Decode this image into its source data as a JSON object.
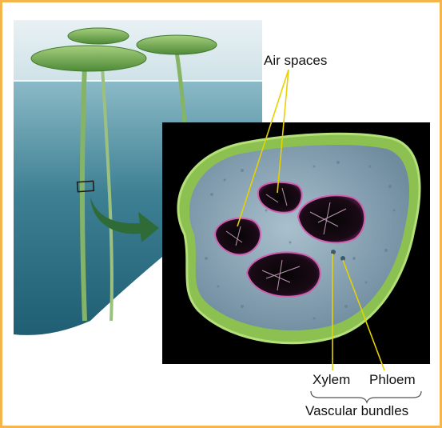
{
  "labels": {
    "air_spaces": "Air spaces",
    "xylem": "Xylem",
    "phloem": "Phloem",
    "vascular_bundles": "Vascular bundles"
  },
  "colors": {
    "frame_border": "#f6b54a",
    "water_surface": "#6fa5b5",
    "water_deep": "#1f5e73",
    "leaf": "#6aa84f",
    "stem": "#7aa85a",
    "arrow": "#2f6b36",
    "micrograph_bg": "#000000",
    "tissue": "#8fa9b8",
    "epidermis": "#8cc152",
    "air_space_rim": "#c14d9f",
    "leader_line": "#e6d200"
  }
}
